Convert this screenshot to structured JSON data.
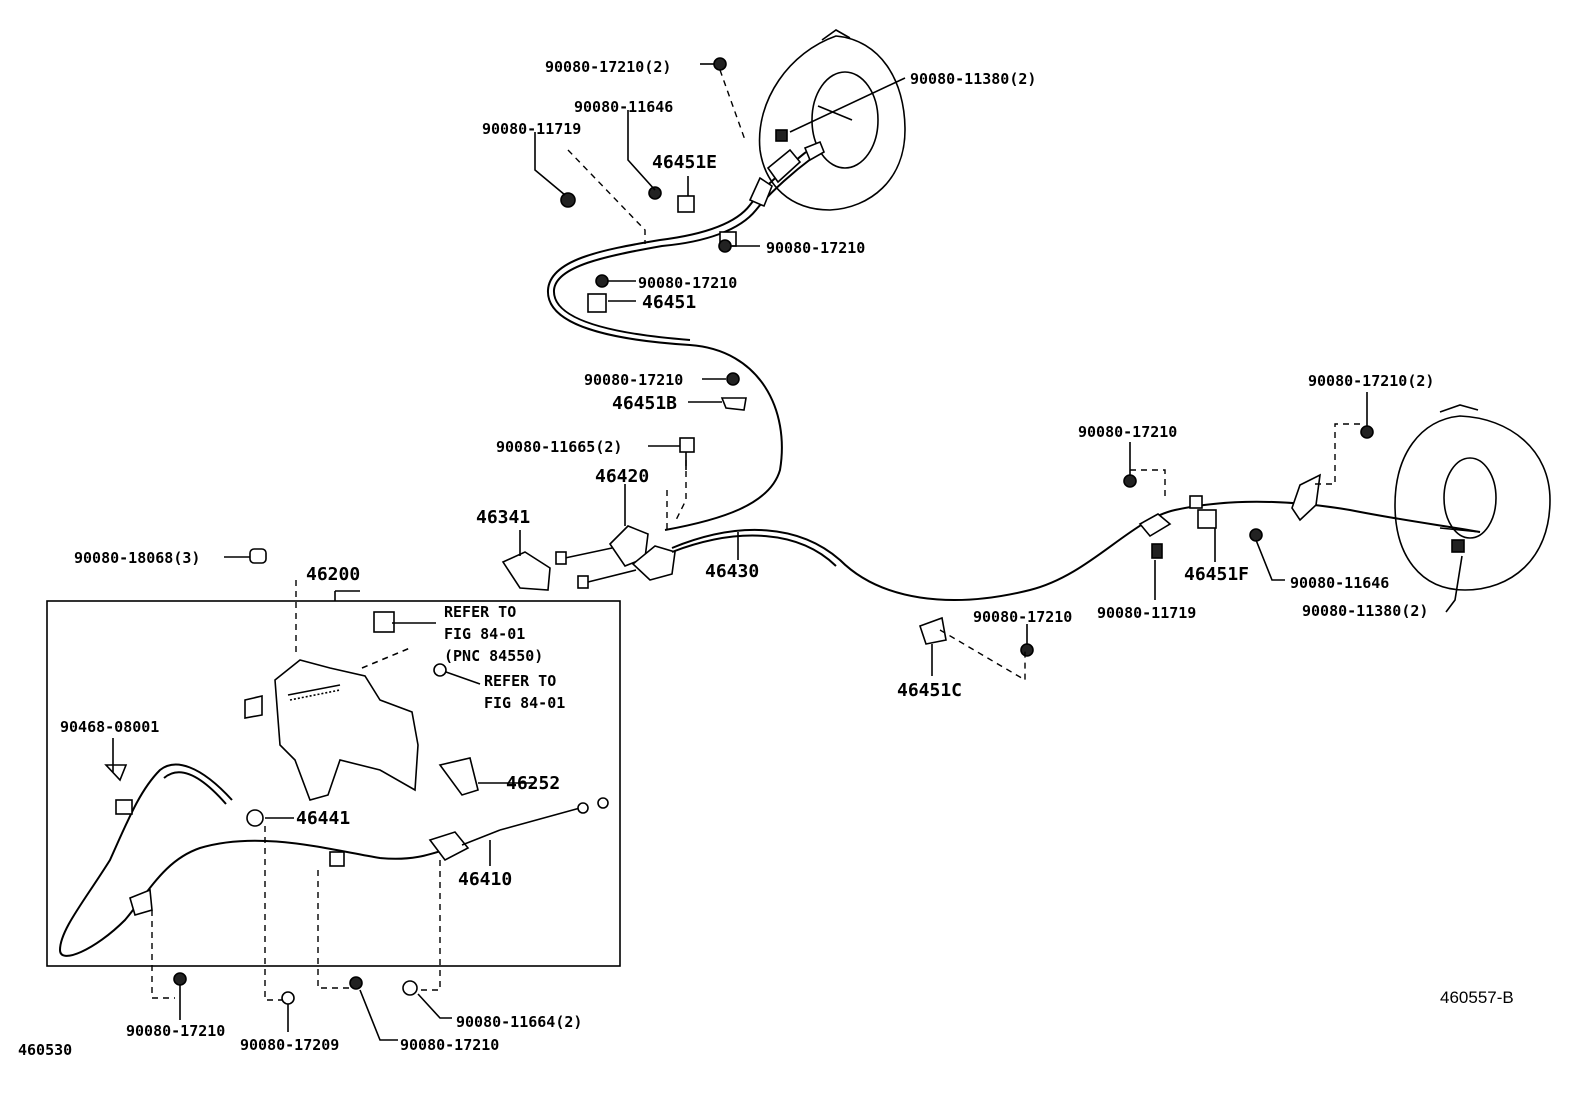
{
  "diagram": {
    "ref_bottom_right": "460557-B",
    "ref_bottom_left": "460530",
    "labels": {
      "p_90080_17210_2_top": "90080-17210(2)",
      "p_90080_11380_2_top": "90080-11380(2)",
      "p_90080_11646_top": "90080-11646",
      "p_90080_11719_top": "90080-11719",
      "p_46451E": "46451E",
      "p_90080_17210_mid1": "90080-17210",
      "p_90080_17210_mid2": "90080-17210",
      "p_46451": "46451",
      "p_90080_17210_mid3": "90080-17210",
      "p_46451B": "46451B",
      "p_90080_11665_2": "90080-11665(2)",
      "p_46420": "46420",
      "p_46341": "46341",
      "p_46430": "46430",
      "p_90080_18068_3": "90080-18068(3)",
      "p_46200": "46200",
      "refer1_l1": "REFER TO",
      "refer1_l2": "FIG 84-01",
      "refer1_l3": "(PNC 84550)",
      "refer2_l1": "REFER TO",
      "refer2_l2": "FIG 84-01",
      "p_90468_08001": "90468-08001",
      "p_46252": "46252",
      "p_46441": "46441",
      "p_46410": "46410",
      "p_90080_17210_bl": "90080-17210",
      "p_90080_17209": "90080-17209",
      "p_90080_17210_bc": "90080-17210",
      "p_90080_11664_2": "90080-11664(2)",
      "p_90080_17210_r1": "90080-17210",
      "p_90080_17210_2_right": "90080-17210(2)",
      "p_46451F": "46451F",
      "p_90080_11646_right": "90080-11646",
      "p_90080_11719_right": "90080-11719",
      "p_90080_11380_2_right": "90080-11380(2)",
      "p_90080_17210_c": "90080-17210",
      "p_46451C": "46451C"
    }
  }
}
